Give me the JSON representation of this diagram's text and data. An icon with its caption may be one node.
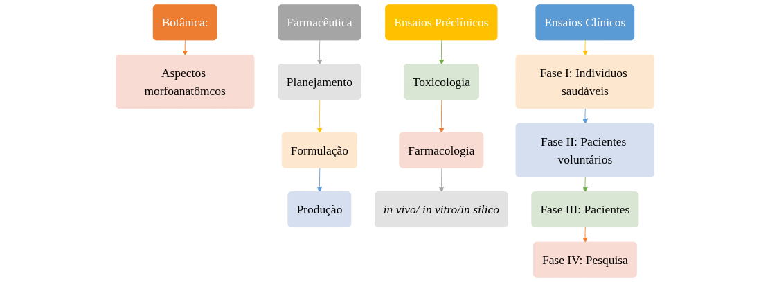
{
  "diagram": {
    "nodes": [
      {
        "text": [
          "Botânica:"
        ]
      },
      {
        "text": [
          "Aspectos morfoanatômcos"
        ]
      },
      {
        "text": [
          "Farmacêutica"
        ]
      },
      {
        "text": [
          "Planejamento"
        ]
      },
      {
        "text": [
          "Formulação"
        ]
      },
      {
        "text": [
          "Produção"
        ]
      },
      {
        "text": [
          "Ensaios Préclínicos"
        ]
      },
      {
        "text": [
          "Toxicologia"
        ]
      },
      {
        "text": [
          "Farmacologia"
        ]
      },
      {
        "text": [
          "in vivo/ in vitro/in silico"
        ]
      },
      {
        "text": [
          "Ensaios Clínicos"
        ]
      },
      {
        "text": [
          "Fase I: Indivíduos saudáveis"
        ]
      },
      {
        "text": [
          "Fase II: Pacientes voluntários"
        ]
      },
      {
        "text": [
          "Fase III: Pacientes"
        ]
      },
      {
        "text": [
          "Fase IV: Pesquisa"
        ]
      }
    ],
    "edges": [
      {
        "from": 0,
        "to": 1,
        "arrow": "to",
        "color": "#ed7d31"
      },
      {
        "from": 2,
        "to": 3,
        "arrow": "to",
        "color": "#a5a5a5"
      },
      {
        "from": 3,
        "to": 4,
        "arrow": "to",
        "color": "#ffc000"
      },
      {
        "from": 4,
        "to": 5,
        "arrow": "to",
        "color": "#5b9bd5"
      },
      {
        "from": 6,
        "to": 7,
        "arrow": "to",
        "color": "#70ad47"
      },
      {
        "from": 7,
        "to": 8,
        "arrow": "to",
        "color": "#ed7d31"
      },
      {
        "from": 8,
        "to": 9,
        "arrow": "to",
        "color": "#a5a5a5"
      },
      {
        "from": 10,
        "to": 11,
        "arrow": "to",
        "color": "#ffc000"
      },
      {
        "from": 11,
        "to": 12,
        "arrow": "to",
        "color": "#5b9bd5"
      },
      {
        "from": 12,
        "to": 13,
        "arrow": "to",
        "color": "#70ad47"
      },
      {
        "from": 13,
        "to": 14,
        "arrow": "to",
        "color": "#ed7d31"
      }
    ]
  }
}
